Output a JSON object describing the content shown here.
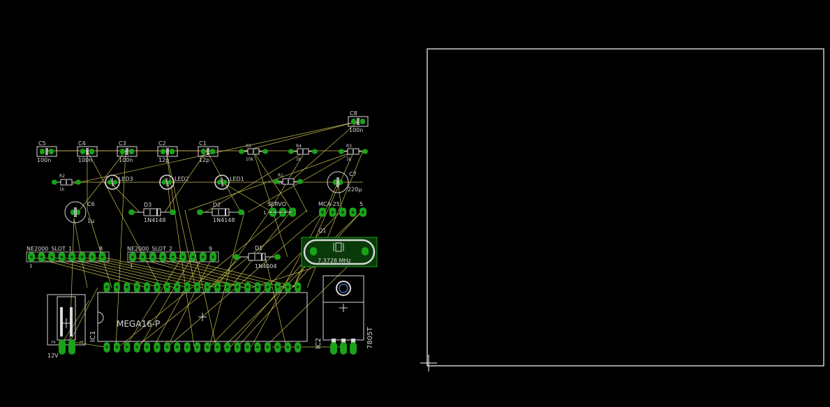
{
  "colors": {
    "background": "#000000",
    "pad": "#1aa21a",
    "airwire": "#c8c050",
    "silk": "#d8d8d8",
    "outline": "#ffffff"
  },
  "labels": {
    "c5": "C5",
    "c5_value": "100n",
    "c4": "C4",
    "c4_value": "100n",
    "c3": "C3",
    "c3_value": "100n",
    "c2": "C2",
    "c2_value": "12p",
    "c1": "C1",
    "c1_value": "12p",
    "c8": "C8",
    "c8_value": "100n",
    "r5": "R5",
    "r5_value": "10k",
    "r4": "R4",
    "r4_value": "1k",
    "r3": "R3",
    "r3_value": "1k",
    "r2": "R2",
    "r2_value": "1k",
    "r1": "R1",
    "r1_value": "1k",
    "led3": "LED3",
    "led2": "LED2",
    "led1": "LED1",
    "c7": "C7",
    "c7_value": "220µ",
    "c6": "C6",
    "c6_value": "1µ",
    "d3": "D3",
    "d3_value": "1N4148",
    "d2": "D2",
    "d2_value": "1N4148",
    "servo": "SERVO",
    "servo_pin": "1",
    "mca": "MCA-25",
    "mca_pin": "5",
    "q1": "Q1",
    "q1_value": "7,3728 MHz",
    "d1": "D1",
    "d1_value": "1N4004",
    "slot1": "NE2000_SLOT_1",
    "slot1_pin_start": "1",
    "slot1_pin_end": "8",
    "slot2": "NE2000_SLOT_2",
    "slot2_pin_start": "1",
    "slot2_pin_end": "9",
    "ic1": "IC1",
    "ic1_value": "MEGA16-P",
    "ic2": "IC2",
    "ic2_value": "7805T",
    "jack_value": "12V",
    "jack_pin_2": "2",
    "jack_pin_1": "1"
  }
}
